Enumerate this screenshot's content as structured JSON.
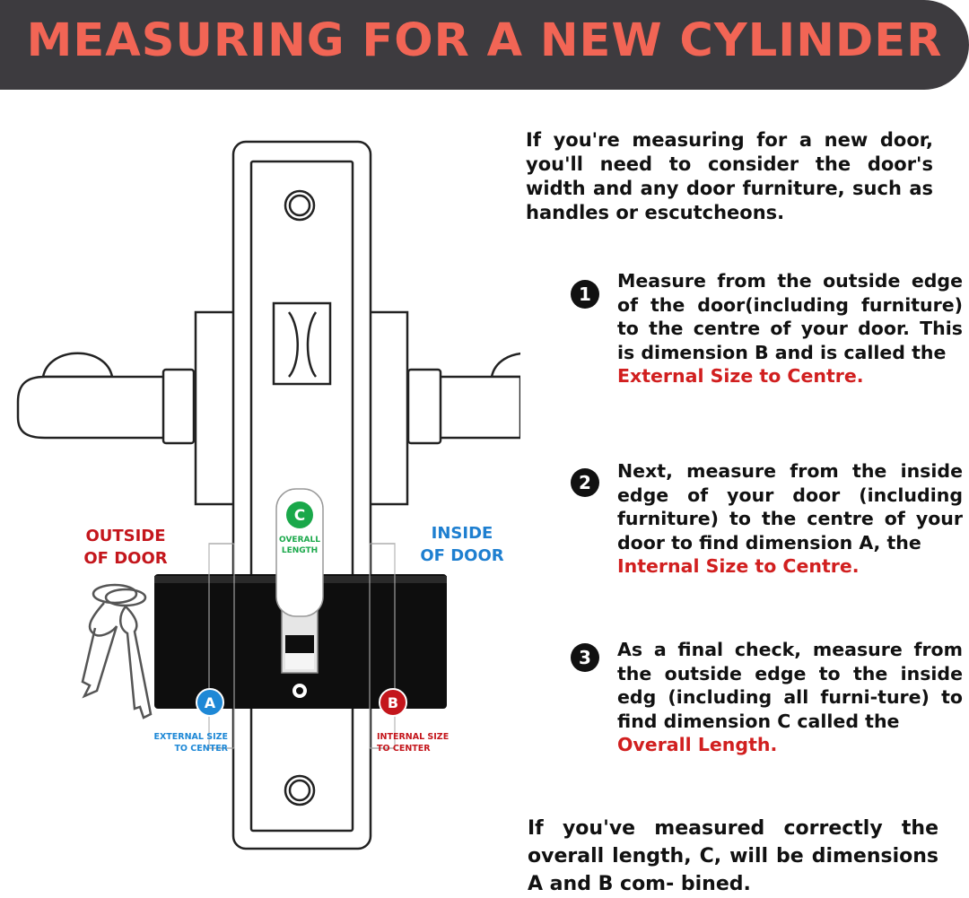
{
  "banner": {
    "title": "MEASURING FOR A NEW CYLINDER"
  },
  "intro": "If you're measuring for a new door, you'll need to consider the door's width and any door furniture, such as handles or escutcheons.",
  "steps": [
    {
      "number": "1",
      "text": "Measure from the outside edge of the door(including furniture) to the centre of your door. This is dimension B and is called the",
      "highlight": "External Size to Centre."
    },
    {
      "number": "2",
      "text": "Next, measure from the inside edge of your door (including furniture) to the centre of your door to find dimension A, the",
      "highlight": "Internal Size to Centre."
    },
    {
      "number": "3",
      "text": "As a final check, measure from the outside edge to the inside edg (including all furni-ture) to find dimension C called the",
      "highlight": "Overall Length."
    }
  ],
  "final_note": "If you've measured correctly the overall length, C, will be dimensions A and B com- bined.",
  "diagram": {
    "outside_label_1": "OUTSIDE",
    "outside_label_2": "OF DOOR",
    "inside_label_1": "INSIDE",
    "inside_label_2": "OF DOOR",
    "marker_c": "C",
    "marker_c_caption_1": "OVERALL",
    "marker_c_caption_2": "LENGTH",
    "marker_a": "A",
    "marker_a_caption_1": "EXTERNAL SIZE",
    "marker_a_caption_2": "TO CENTER",
    "marker_b": "B",
    "marker_b_caption_1": "INTERNAL SIZE",
    "marker_b_caption_2": "TO CENTER"
  },
  "colors": {
    "banner_bg": "#3d3b3f",
    "banner_text": "#f26555",
    "highlight_red": "#d11f1f",
    "marker_green": "#1aa84a",
    "marker_blue": "#1e88d6",
    "marker_red": "#c4161c",
    "outside_label": "#c4161c",
    "inside_label": "#1e7fd0"
  }
}
